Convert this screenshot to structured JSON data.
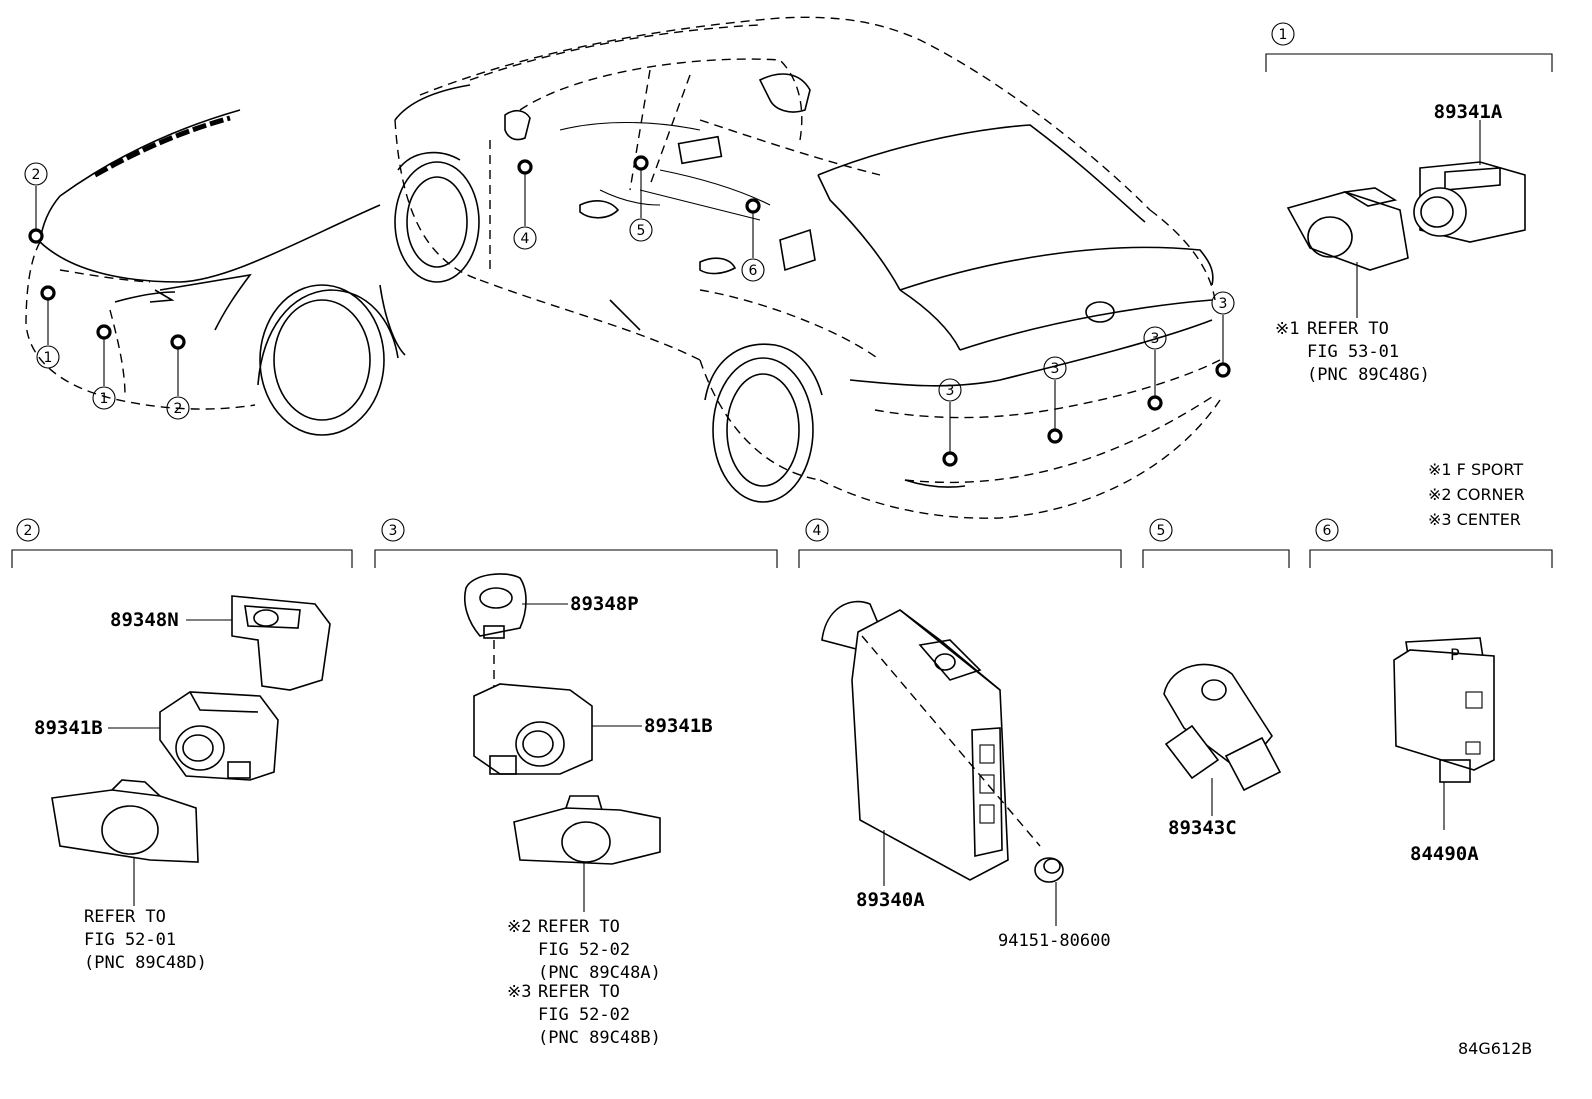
{
  "callouts": {
    "c1": "1",
    "c2": "2",
    "c3": "3",
    "c4": "4",
    "c5": "5",
    "c6": "6"
  },
  "parts": {
    "p89341A": "89341A",
    "p89348N": "89348N",
    "p89341B_left": "89341B",
    "p89348P": "89348P",
    "p89341B_right": "89341B",
    "p89340A": "89340A",
    "p94151": "94151-80600",
    "p89343C": "89343C",
    "p84490A": "84490A"
  },
  "references": {
    "ref1": {
      "mark": "※1",
      "line1": "REFER TO",
      "line2": "FIG 53-01",
      "line3": "(PNC 89C48G)"
    },
    "ref_left": {
      "line1": "REFER TO",
      "line2": "FIG 52-01",
      "line3": "(PNC 89C48D)"
    },
    "ref2": {
      "mark": "※2",
      "line1": "REFER TO",
      "line2": "FIG 52-02",
      "line3": "(PNC 89C48A)"
    },
    "ref3": {
      "mark": "※3",
      "line1": "REFER TO",
      "line2": "FIG 52-02",
      "line3": "(PNC 89C48B)"
    }
  },
  "legend": {
    "l1": "※1 F SPORT",
    "l2": "※2 CORNER",
    "l3": "※3 CENTER"
  },
  "switch_label": "P",
  "diagram_id": "84G612B"
}
